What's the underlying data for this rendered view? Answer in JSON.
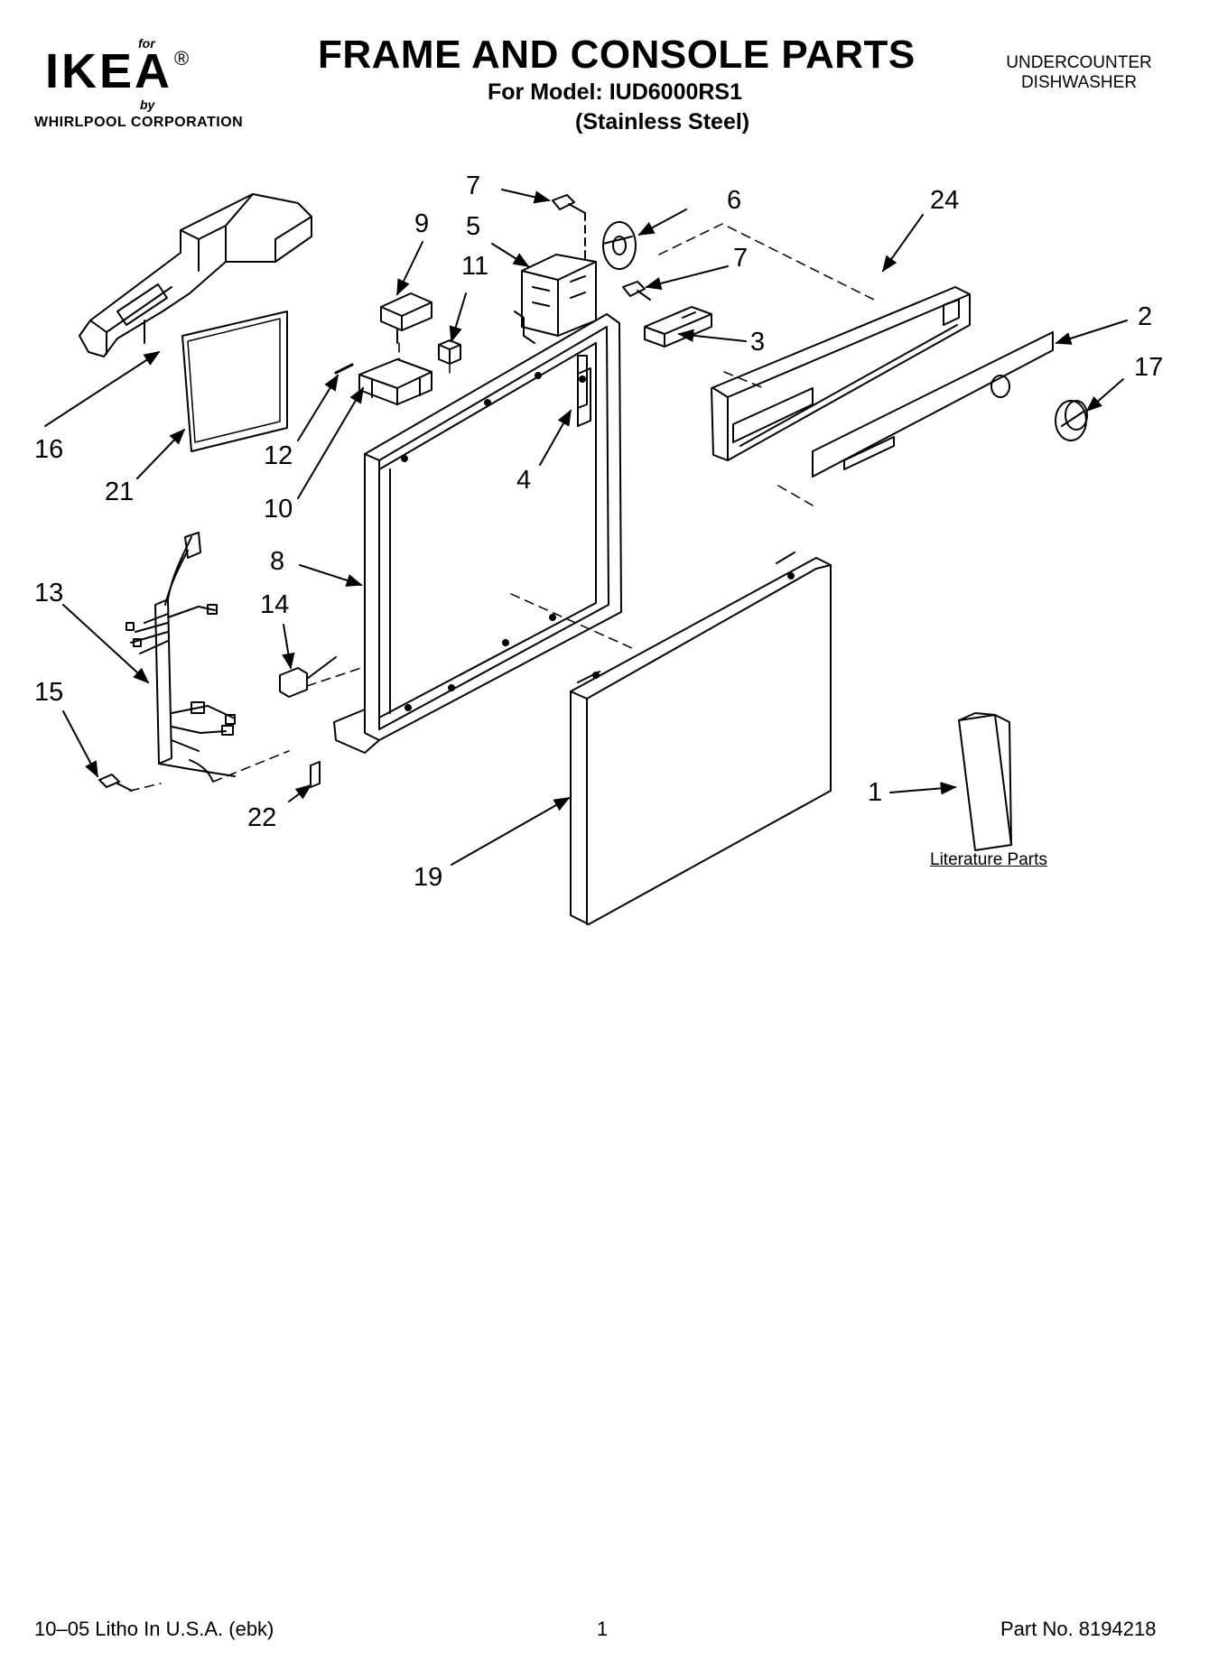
{
  "header": {
    "logo": {
      "for": "for",
      "brand": "IKEA",
      "registered": "®",
      "by": "by",
      "corporation": "WHIRLPOOL CORPORATION"
    },
    "title": "FRAME AND CONSOLE PARTS",
    "model_line": "For Model: IUD6000RS1",
    "finish_line": "(Stainless Steel)",
    "product_type_line1": "UNDERCOUNTER",
    "product_type_line2": "DISHWASHER"
  },
  "callouts": {
    "p7a": "7",
    "p6": "6",
    "p24": "24",
    "p9": "9",
    "p5": "5",
    "p11": "11",
    "p7b": "7",
    "p2": "2",
    "p3": "3",
    "p17": "17",
    "p16": "16",
    "p12": "12",
    "p4": "4",
    "p21": "21",
    "p10": "10",
    "p8": "8",
    "p13": "13",
    "p14": "14",
    "p15": "15",
    "p1": "1",
    "p22": "22",
    "p19": "19"
  },
  "literature_label": "Literature Parts",
  "footer": {
    "litho": "10–05 Litho In U.S.A. (ebk)",
    "page": "1",
    "part_no": "Part No. 8194218"
  }
}
